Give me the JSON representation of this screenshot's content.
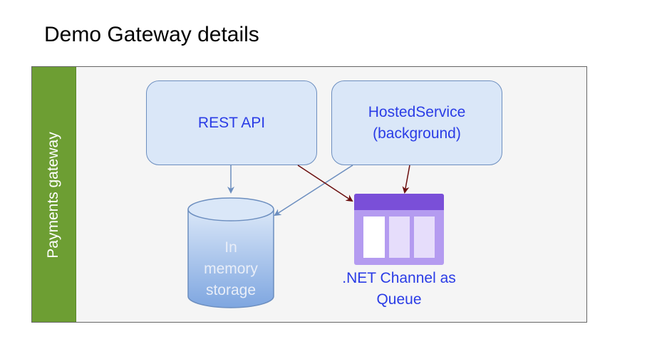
{
  "title": "Demo Gateway details",
  "container": {
    "label": "Payments gateway",
    "band_color": "#6d9e33"
  },
  "nodes": {
    "rest_api": {
      "label": "REST API"
    },
    "hosted_service": {
      "label_line1": "HostedService",
      "label_line2": "(background)"
    },
    "storage": {
      "line1": "In",
      "line2": "memory",
      "line3": "storage"
    },
    "queue": {
      "line1": ".NET Channel as",
      "line2": "Queue",
      "icon": "queue-icon"
    }
  },
  "colors": {
    "box_fill": "#dae7f8",
    "box_border": "#6c8ebf",
    "text_blue": "#2a3ce6",
    "arrow_blue": "#6c8ebf",
    "arrow_dark_red": "#6b0f0f",
    "queue_purple": "#7a4fd8"
  },
  "edges": [
    {
      "from": "rest_api",
      "to": "storage",
      "color": "arrow_blue"
    },
    {
      "from": "hosted_service",
      "to": "storage",
      "color": "arrow_blue"
    },
    {
      "from": "rest_api",
      "to": "queue",
      "color": "arrow_dark_red"
    },
    {
      "from": "hosted_service",
      "to": "queue",
      "color": "arrow_dark_red"
    }
  ]
}
